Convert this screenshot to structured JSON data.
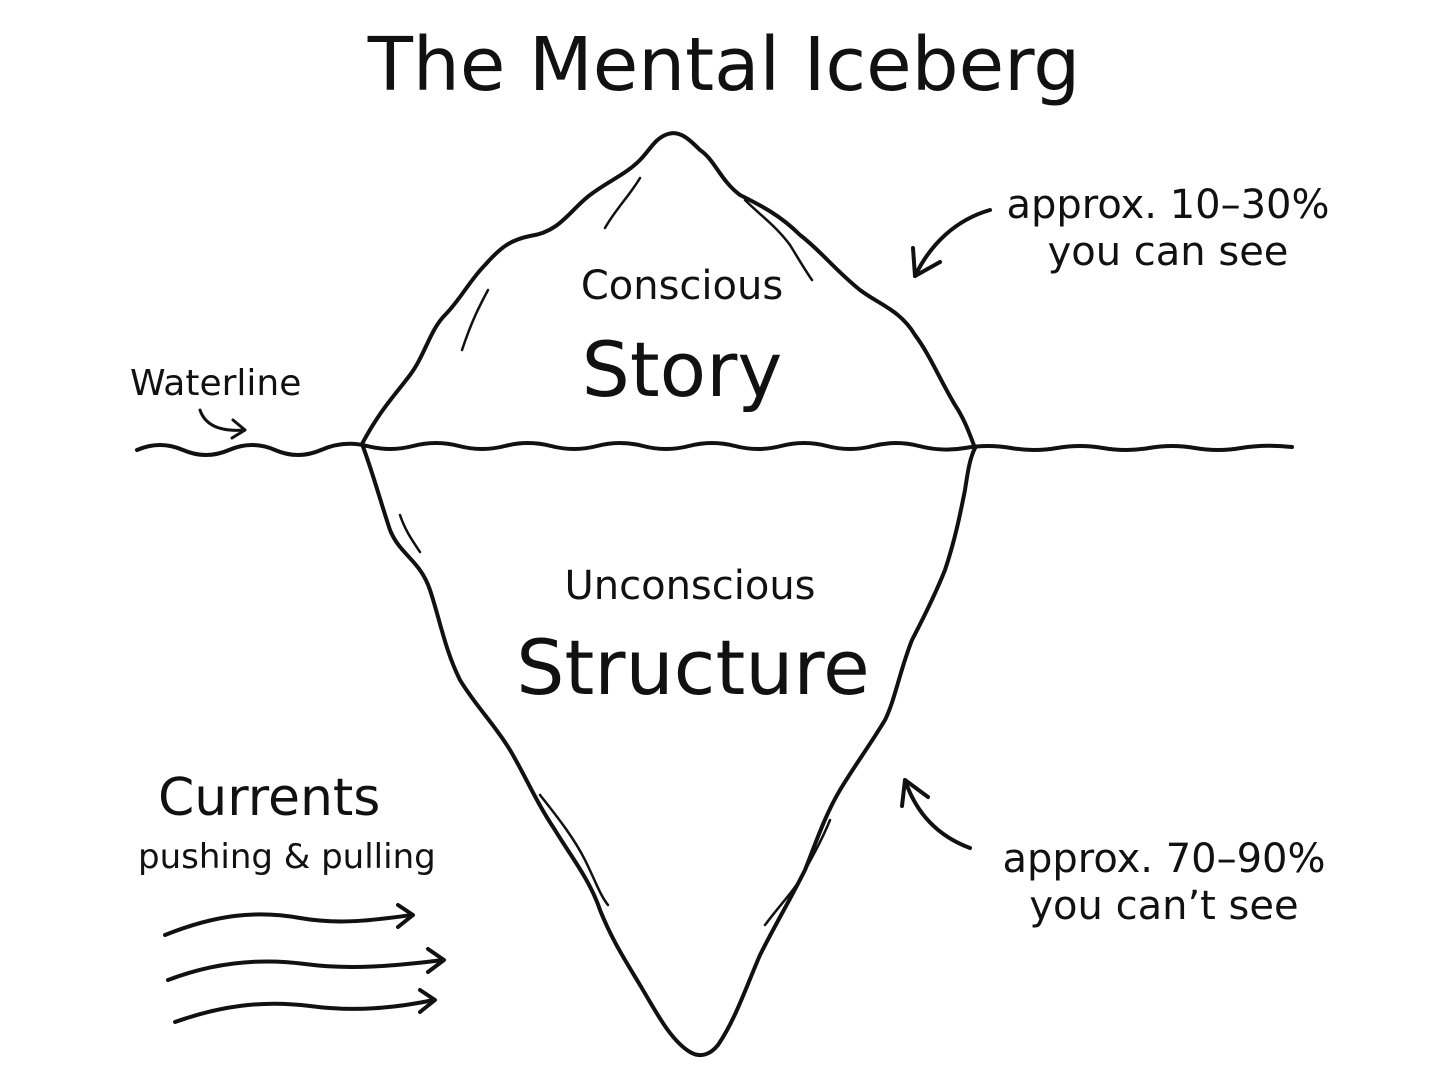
{
  "title": "The Mental Iceberg",
  "top_section": {
    "label": "Conscious",
    "heading": "Story"
  },
  "bottom_section": {
    "label": "Unconscious",
    "heading": "Structure"
  },
  "waterline_label": "Waterline",
  "visible_note": {
    "line1": "approx. 10–30%",
    "line2": "you can see"
  },
  "hidden_note": {
    "line1": "approx. 70–90%",
    "line2": "you can’t see"
  },
  "currents": {
    "heading": "Currents",
    "subheading": "pushing & pulling"
  },
  "colors": {
    "ink": "#111111",
    "background": "#ffffff"
  }
}
